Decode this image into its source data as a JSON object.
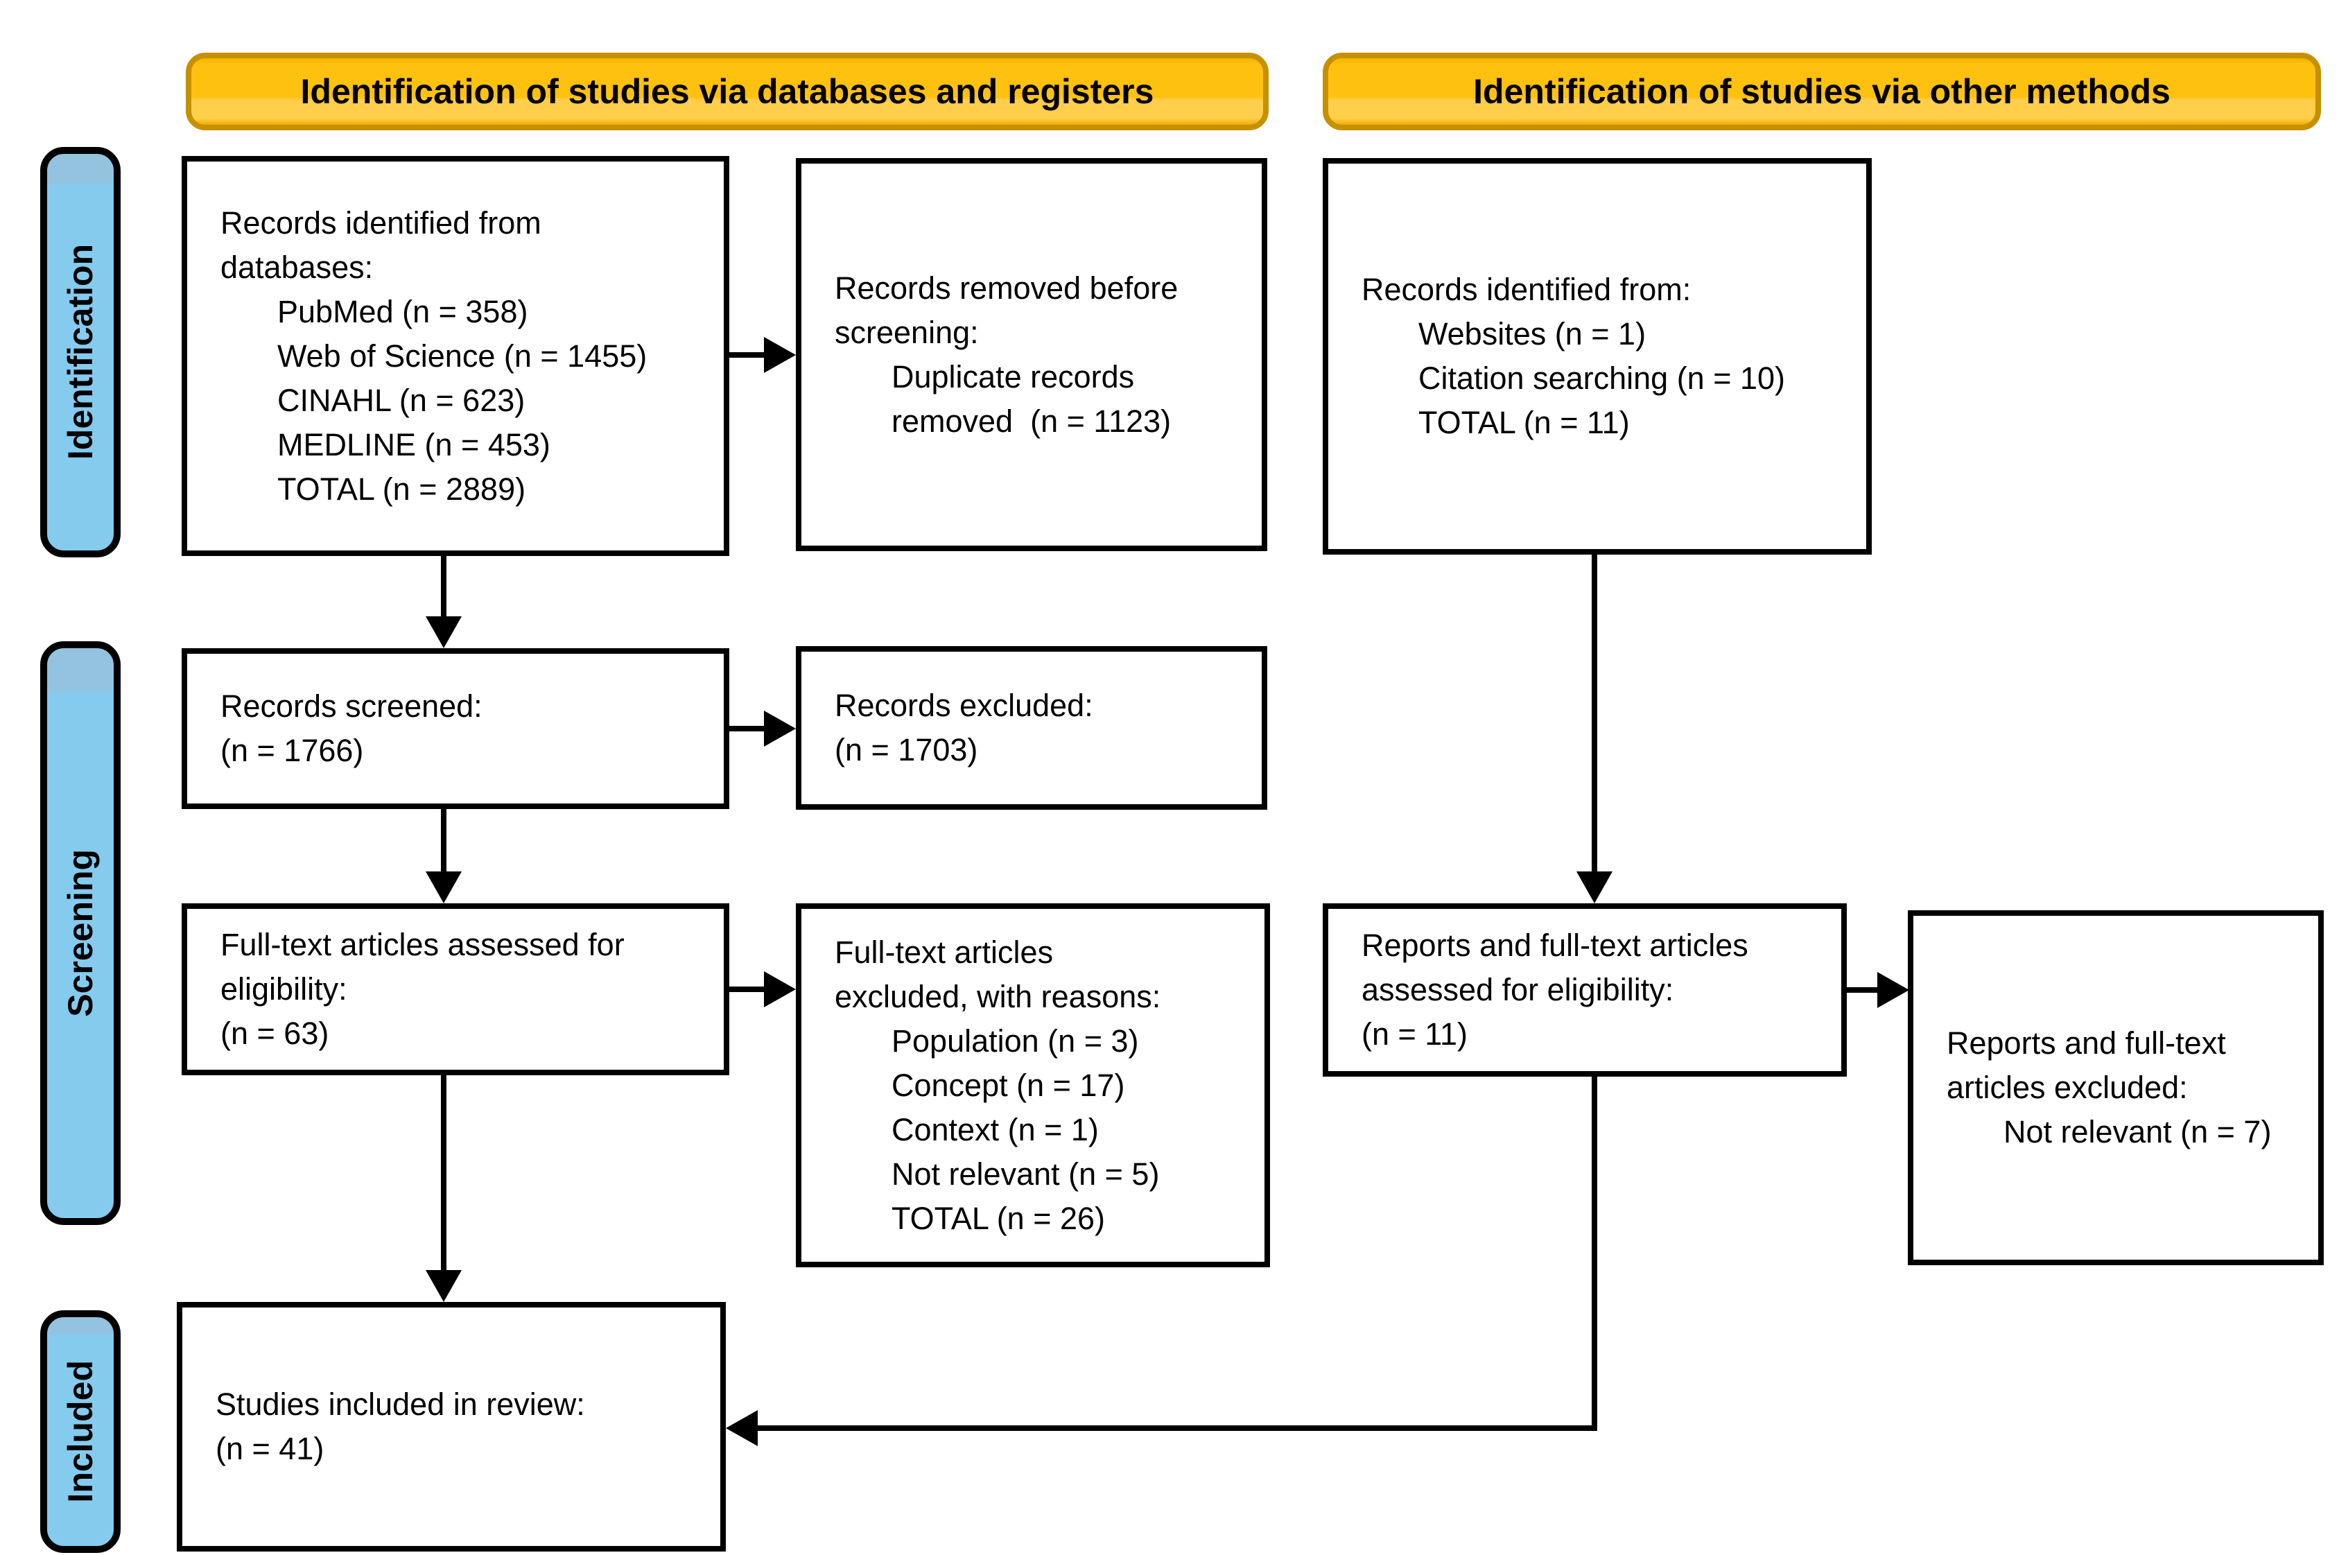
{
  "colors": {
    "header_fill": "#FFC110",
    "header_band": "#FFCE4B",
    "header_border": "#C69000",
    "ribbon_fill": "#84CBEE",
    "ribbon_band": "#93C3DF",
    "box_border": "#000000",
    "text": "#000000"
  },
  "headers": {
    "left": "Identification of studies via databases and registers",
    "right": "Identification of studies via other methods"
  },
  "stages": {
    "identification": "Identification",
    "screening": "Screening",
    "included": "Included"
  },
  "boxes": {
    "records_identified_databases": {
      "lines": [
        {
          "t": "Records identified from"
        },
        {
          "t": "databases:"
        },
        {
          "t": "PubMed (n = 358)",
          "ind": true
        },
        {
          "t": "Web of Science (n = 1455)",
          "ind": true
        },
        {
          "t": "CINAHL (n = 623)",
          "ind": true
        },
        {
          "t": "MEDLINE (n = 453)",
          "ind": true
        },
        {
          "t": "TOTAL (n = 2889)",
          "ind": true
        }
      ]
    },
    "records_removed_before_screening": {
      "lines": [
        {
          "t": "Records removed before"
        },
        {
          "t": "screening:"
        },
        {
          "t": "Duplicate records",
          "ind": true
        },
        {
          "t": "removed  (n = 1123)",
          "ind": true
        }
      ]
    },
    "records_identified_other": {
      "lines": [
        {
          "t": "Records identified from:"
        },
        {
          "t": "Websites (n = 1)",
          "ind": true
        },
        {
          "t": "Citation searching (n = 10)",
          "ind": true
        },
        {
          "t": "TOTAL (n = 11)",
          "ind": true
        }
      ]
    },
    "records_screened": {
      "lines": [
        {
          "t": "Records screened:"
        },
        {
          "t": "(n = 1766)"
        }
      ]
    },
    "records_excluded": {
      "lines": [
        {
          "t": "Records excluded:"
        },
        {
          "t": "(n = 1703)"
        }
      ]
    },
    "fulltext_assessed": {
      "lines": [
        {
          "t": "Full-text articles assessed for"
        },
        {
          "t": "eligibility:"
        },
        {
          "t": "(n = 63)"
        }
      ]
    },
    "fulltext_excluded": {
      "lines": [
        {
          "t": "Full-text articles"
        },
        {
          "t": "excluded, with reasons:"
        },
        {
          "t": "Population (n = 3)",
          "ind": true
        },
        {
          "t": "Concept (n = 17)",
          "ind": true
        },
        {
          "t": "Context (n = 1)",
          "ind": true
        },
        {
          "t": "Not relevant (n = 5)",
          "ind": true
        },
        {
          "t": "TOTAL (n = 26)",
          "ind": true
        }
      ]
    },
    "reports_assessed": {
      "lines": [
        {
          "t": "Reports and full-text articles"
        },
        {
          "t": "assessed for eligibility:"
        },
        {
          "t": "(n = 11)"
        }
      ]
    },
    "reports_excluded": {
      "lines": [
        {
          "t": "Reports and full-text"
        },
        {
          "t": "articles excluded:"
        },
        {
          "t": "Not relevant (n = 7)",
          "ind": true
        }
      ]
    },
    "studies_included": {
      "lines": [
        {
          "t": "Studies included in review:"
        },
        {
          "t": "(n = 41)"
        }
      ]
    }
  }
}
